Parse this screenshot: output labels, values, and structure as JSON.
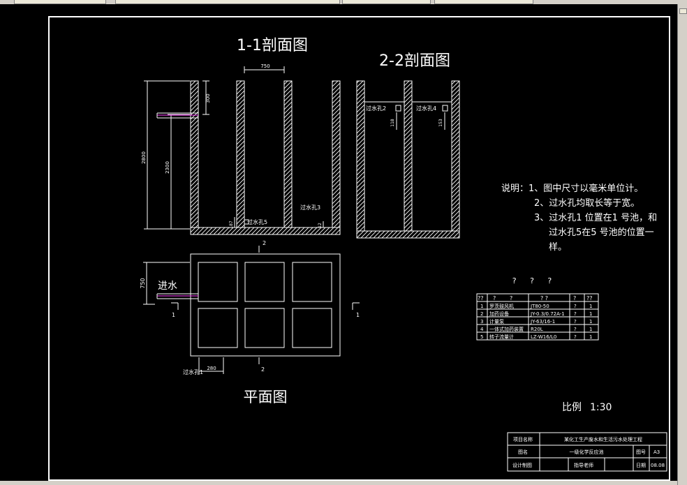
{
  "titles": {
    "section_1_1": "1-1剖面图",
    "section_2_2": "2-2剖面图",
    "plan": "平面图"
  },
  "dimensions": {
    "width_750": "750",
    "height_2800": "2800",
    "height_2300": "2300",
    "height_300": "300",
    "d_187": "187",
    "d_12": "12",
    "d_118": "118",
    "d_153": "153",
    "plan_750": "750",
    "plan_280": "280"
  },
  "labels": {
    "hole_5": "过水孔5",
    "hole_3": "过水孔3",
    "hole_2": "过水孔2",
    "hole_4": "过水孔4",
    "hole_1": "过水孔1",
    "inlet": "进水",
    "cut_1": "1",
    "cut_2": "2"
  },
  "notes": {
    "line1": "说明：1、图中尺寸以毫米单位计。",
    "line2": "2、过水孔均取长等于宽。",
    "line3": "3、过水孔1 位置在1 号池，和",
    "line4": "过水孔5在5 号池的位置一",
    "line5": "样。"
  },
  "equipment_table": {
    "caption": "? ? ?",
    "header": [
      "??",
      "?",
      "?",
      "? ?",
      "?",
      "??"
    ],
    "rows": [
      [
        "1",
        "罗茨鼓风机",
        "JT80-50",
        "?",
        "1"
      ],
      [
        "2",
        "加药设备",
        "JY-0.3/0.72A-1",
        "?",
        "1"
      ],
      [
        "3",
        "计量泵",
        "JY-63/16-1",
        "?",
        "1"
      ],
      [
        "4",
        "一体式加药装置",
        "R20L",
        "?",
        "1"
      ],
      [
        "5",
        "转子流量计",
        "LZ-W16/L0",
        "?",
        "1"
      ]
    ]
  },
  "scale": {
    "label": "比例",
    "value": "1:30"
  },
  "title_block": {
    "project_label": "项目名称",
    "project_value": "某化工生产废水和生活污水处理工程",
    "drawing_label": "图名",
    "drawing_value": "一级化学反应池",
    "sheet_label": "图号",
    "sheet_value": "A3",
    "designer_label": "设计制图",
    "advisor_label": "指导老师",
    "date_label": "日期",
    "date_value": "08.08"
  }
}
